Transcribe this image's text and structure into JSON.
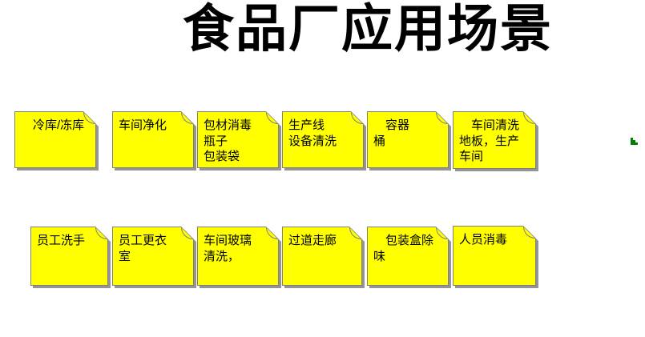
{
  "title": "食品厂应用场景",
  "colors": {
    "background": "#ffffff",
    "title_color": "#000000",
    "note_fill": "#ffff00",
    "note_border": "#808080",
    "note_shadow": "#949494",
    "arrow_green": "#008000"
  },
  "icons": {
    "green_arrow": "small green stair-step arrowhead at right edge"
  },
  "rows": [
    {
      "boxes": [
        {
          "text": "　冷库/冻库"
        },
        {
          "text": "车间净化"
        },
        {
          "text": "包材消毒\n瓶子\n包装袋"
        },
        {
          "text": "生产线\n设备清洗"
        },
        {
          "text": "　容器\n桶"
        },
        {
          "text": "　车间清洗\n地板，生产\n车间"
        }
      ]
    },
    {
      "boxes": [
        {
          "text": "员工洗手"
        },
        {
          "text": "员工更衣\n室"
        },
        {
          "text": "车间玻璃\n清洗，"
        },
        {
          "text": "过道走廊"
        },
        {
          "text": "　包装盒除\n味"
        },
        {
          "text": "人员消毒"
        }
      ]
    }
  ]
}
